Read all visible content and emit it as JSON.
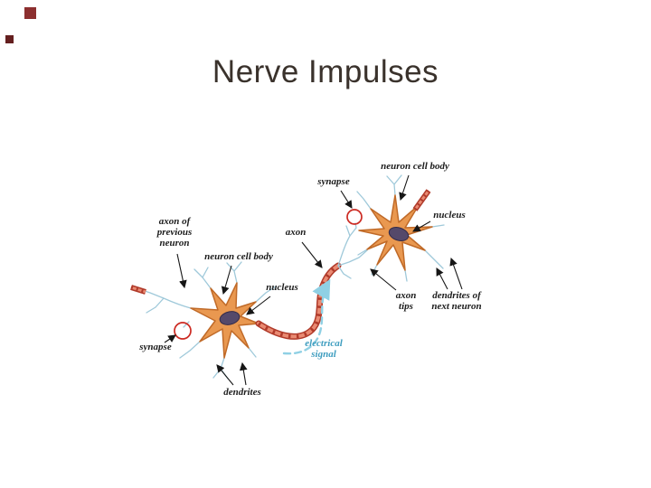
{
  "slide": {
    "title": "Nerve Impulses",
    "background_color": "#ffffff",
    "title_color": "#3a322c",
    "accent_squares": [
      {
        "color": "#8c2f2f"
      },
      {
        "color": "#641f1f"
      }
    ]
  },
  "diagram": {
    "colors": {
      "neuron_fill": "#e99850",
      "neuron_outline": "#c06a28",
      "nucleus_fill": "#55496a",
      "nucleus_outline": "#322a49",
      "axon_outer": "#b03a2a",
      "axon_inner": "#e98a72",
      "dendrite_blue": "#9fc9da",
      "synapse_ring": "#cc2a22",
      "signal_blue": "#8fd0e4",
      "label_color": "#1c1c1c",
      "signal_label_color": "#3e9dbf"
    },
    "labels": {
      "axon_previous": "axon of\nprevious\nneuron",
      "cell_body_left": "neuron cell body",
      "nucleus_left": "nucleus",
      "synapse_left": "synapse",
      "dendrites": "dendrites",
      "electrical_signal": "electrical\nsignal",
      "axon": "axon",
      "synapse_right": "synapse",
      "cell_body_right": "neuron cell body",
      "nucleus_right": "nucleus",
      "axon_tips": "axon\ntips",
      "dendrites_next": "dendrites of\nnext neuron"
    }
  }
}
